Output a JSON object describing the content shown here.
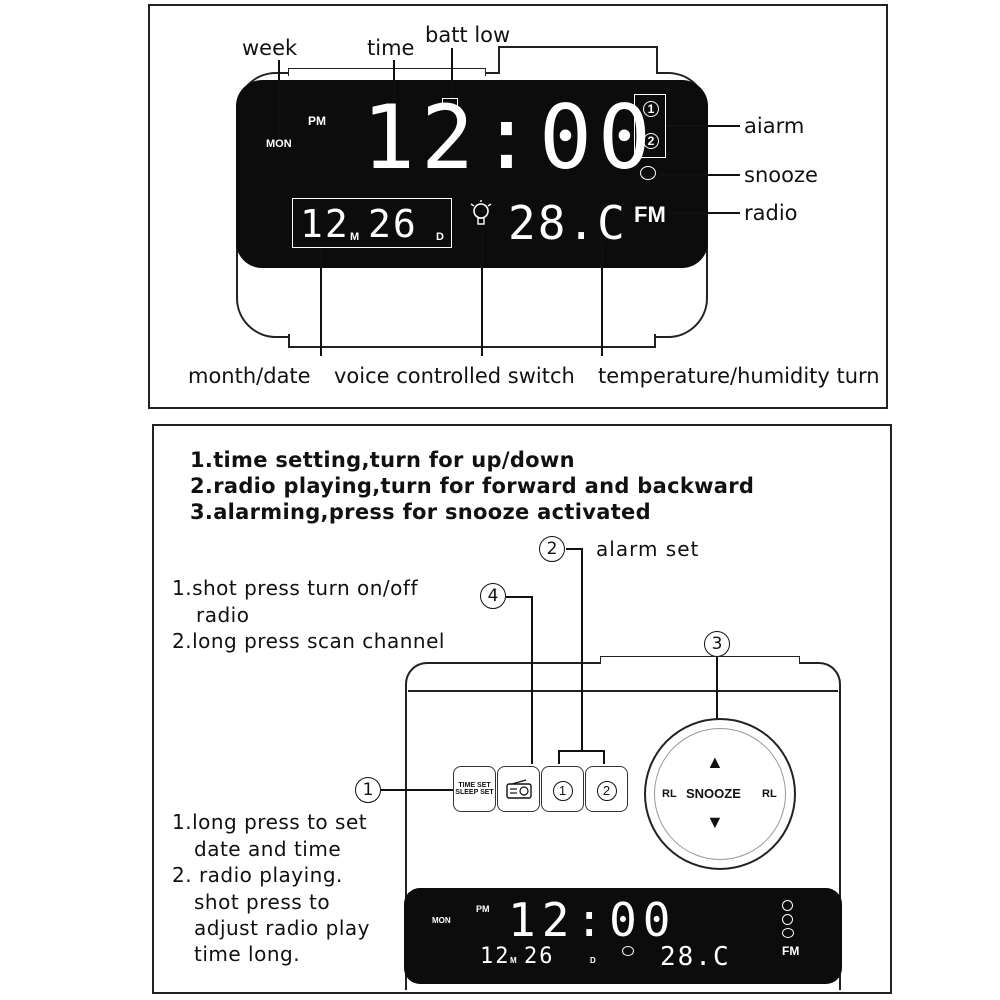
{
  "top_diagram": {
    "callouts": {
      "week": "week",
      "time": "time",
      "batt_low": "batt low",
      "alarm": "aiarm",
      "snooze": "snooze",
      "radio": "radio",
      "month_date": "month/date",
      "voice_switch": "voice controlled  switch",
      "temp_humidity": "temperature/humidity  turn"
    },
    "display": {
      "day": "MON",
      "ampm": "PM",
      "time": "12:00",
      "month": "12",
      "month_unit": "M",
      "date": "26",
      "date_unit": "D",
      "temperature": "28.C",
      "band": "FM",
      "alarm_1": "1",
      "alarm_2": "2"
    }
  },
  "bottom_diagram": {
    "instructions": [
      "1.time setting,turn for up/down",
      "2.radio playing,turn for forward and backward",
      "3.alarming,press for snooze activated"
    ],
    "markers": {
      "m1": "1",
      "m2": "2",
      "m3": "3",
      "m4": "4"
    },
    "alarm_set_label": "alarm set",
    "radio_desc": [
      "1.shot press turn on/off",
      "radio",
      "2.long press scan channel"
    ],
    "time_desc": [
      "1.long press to set",
      "date and time",
      "2. radio playing.",
      "shot press to",
      "adjust radio play",
      "time long."
    ],
    "buttons": {
      "time_set": "TIME SET",
      "sleep_set": "SLEEP SET",
      "alarm_1": "1",
      "alarm_2": "2"
    },
    "knob": {
      "up": "▲",
      "down": "▼",
      "left": "RL",
      "center": "SNOOZE",
      "right": "RL"
    },
    "display": {
      "day": "MON",
      "ampm": "PM",
      "time": "12:00",
      "month": "12",
      "month_unit": "M",
      "date": "26",
      "date_unit": "D",
      "temperature": "28.C",
      "band": "FM"
    }
  }
}
